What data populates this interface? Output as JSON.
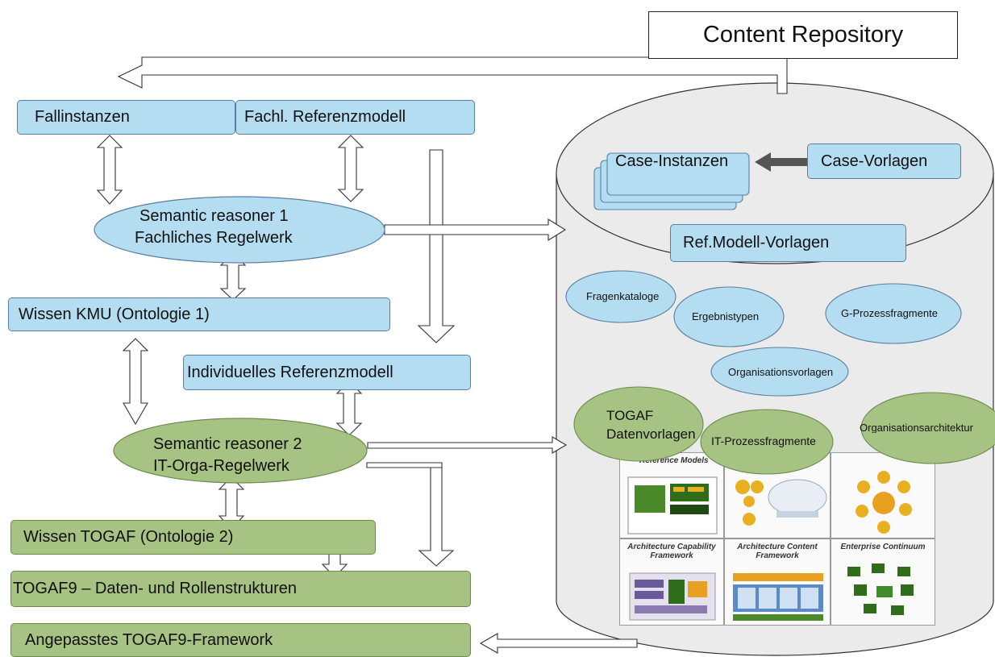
{
  "repository": {
    "title": "Content Repository"
  },
  "left": {
    "fallinstanzen": "Fallinstanzen",
    "fachl_ref": "Fachl. Referenzmodell",
    "reasoner1_line1": "Semantic reasoner 1",
    "reasoner1_line2": "Fachliches Regelwerk",
    "wissen_kmu": "Wissen KMU (Ontologie 1)",
    "indiv_ref": "Individuelles Referenzmodell",
    "reasoner2_line1": "Semantic reasoner 2",
    "reasoner2_line2": "IT-Orga-Regelwerk",
    "wissen_togaf": "Wissen TOGAF (Ontologie 2)",
    "togaf9_daten": "TOGAF9 – Daten- und Rollenstrukturen",
    "angepasst": "Angepasstes TOGAF9-Framework"
  },
  "cylinder": {
    "case_instanzen": "Case-Instanzen",
    "case_vorlagen": "Case-Vorlagen",
    "ref_vorlagen": "Ref.Modell-Vorlagen",
    "fragenkataloge": "Fragenkataloge",
    "ergebnistypen": "Ergebnistypen",
    "g_prozess": "G-Prozessfragmente",
    "orgvorlagen": "Organisationsvorlagen",
    "togaf_dv_line1": "TOGAF",
    "togaf_dv_line2": "Datenvorlagen",
    "it_prozess": "IT-Prozessfragmente",
    "orgarch": "Organisationsarchitektur"
  },
  "thumbnails": [
    "Reference Models",
    "",
    "",
    "Architecture Capability Framework",
    "Architecture Content Framework",
    "Enterprise Continuum"
  ],
  "colors": {
    "blue_fill": "#b4ddf1",
    "green_fill": "#a7c383",
    "cylinder_fill": "#ebebeb",
    "arrow_dark": "#555555"
  }
}
